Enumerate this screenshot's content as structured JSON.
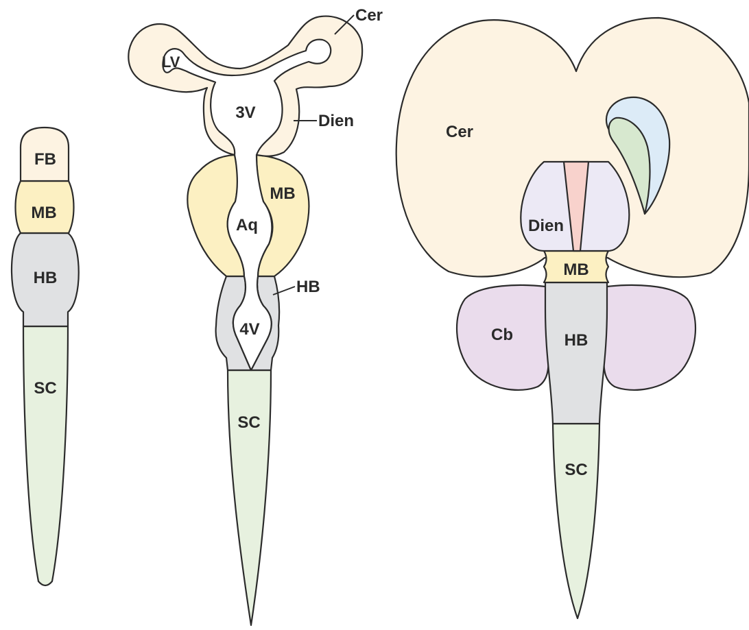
{
  "colors": {
    "forebrain": "#fdf3e2",
    "midbrain": "#fcf0c2",
    "hindbrain": "#e0e1e3",
    "spinal_cord": "#e7f1df",
    "cerebellum": "#eadcec",
    "diencephalon": "#ece9f5",
    "third_ventricle_slit": "#f8d2cc",
    "lateral_ventricle_outer": "#dcebf7",
    "lateral_ventricle_inner": "#d7e8cf",
    "outline": "#2b2b2b",
    "label": "#2a2a2a"
  },
  "stage1": {
    "labels": {
      "forebrain": "FB",
      "midbrain": "MB",
      "hindbrain": "HB",
      "spinal_cord": "SC"
    }
  },
  "stage2": {
    "labels": {
      "cerebrum": "Cer",
      "lateral_ventricle": "LV",
      "third_ventricle": "3V",
      "diencephalon": "Dien",
      "midbrain": "MB",
      "aqueduct": "Aq",
      "hindbrain": "HB",
      "fourth_ventricle": "4V",
      "spinal_cord": "SC"
    }
  },
  "stage3": {
    "labels": {
      "cerebrum": "Cer",
      "diencephalon": "Dien",
      "midbrain": "MB",
      "cerebellum": "Cb",
      "hindbrain": "HB",
      "spinal_cord": "SC"
    }
  }
}
